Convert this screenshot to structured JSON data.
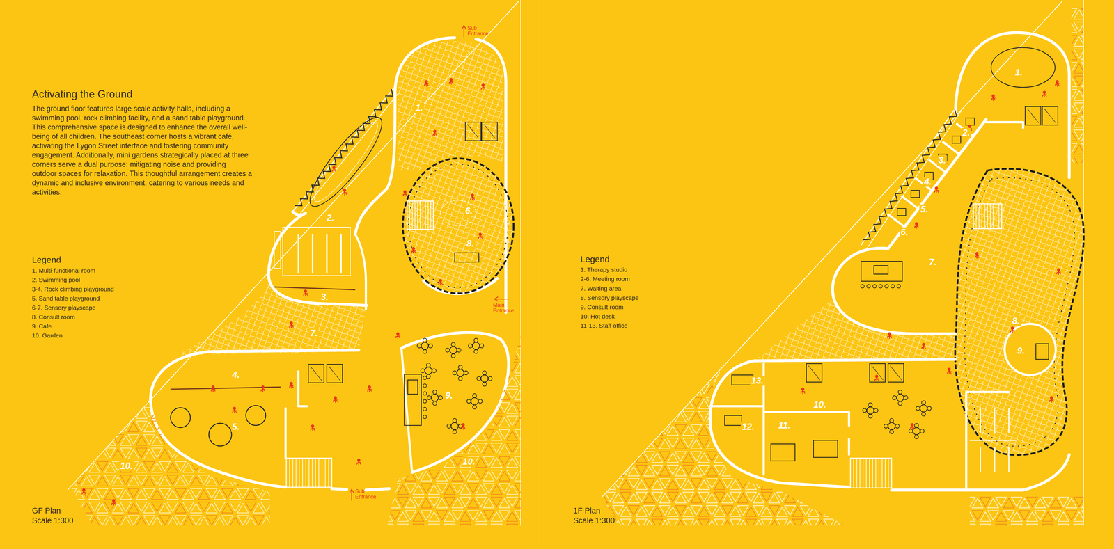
{
  "diagram": {
    "title": "Activating the Ground",
    "labels": [
      "The ground floor features large scale activity halls, including a swimming pool, rock climbing facility, and a sand table playground. This comprehensive space is designed to enhance the overall well-being of all children. The southeast corner hosts a vibrant café, activating the Lygon Street interface and fostering community engagement. Additionally, mini gardens strategically placed at three corners serve a dual purpose: mitigating noise and providing outdoor spaces for relaxation. This thoughtful arrangement creates a dynamic and inclusive environment, catering to various needs and activities.",
      "Legend",
      "1. Multi-functional room",
      "2. Swimming pool",
      "3-4. Rock climbing playground",
      "5. Sand table playground",
      "6-7. Sensory playscape",
      "8. Consult room",
      "9. Cafe",
      "10. Garden",
      "Legend",
      "1. Therapy studio",
      "2-6. Meeting room",
      "7. Waiting area",
      "8. Sensory playscape",
      "9. Consult room",
      "10. Hot desk",
      "11-13. Staff office",
      "1.",
      "2.",
      "3.",
      "4.",
      "5.",
      "6.",
      "7.",
      "8.",
      "9.",
      "10.",
      "10.",
      "Sub Entrance",
      "Main Entrance",
      "Sub Entrance",
      "GF Plan",
      "Scale 1:300",
      "1.",
      "2.",
      "3.",
      "4.",
      "5.",
      "6.",
      "7.",
      "8.",
      "9.",
      "10.",
      "11.",
      "12.",
      "13.",
      "1F Plan",
      "Scale 1:300"
    ]
  }
}
